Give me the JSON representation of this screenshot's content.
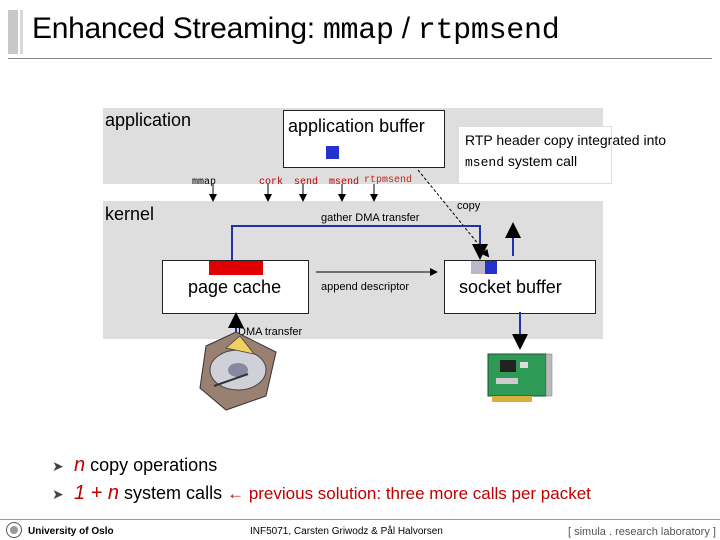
{
  "slide": {
    "title_text": "Enhanced Streaming: ",
    "title_code1": "mmap",
    "title_sep": " / ",
    "title_code2": "rtpmsend"
  },
  "diagram": {
    "application_label": "application",
    "kernel_label": "kernel",
    "app_buffer_label": "application buffer",
    "note_line1": "RTP header copy integrated into",
    "note_code": "msend",
    "note_line2_rest": " system call",
    "syscalls": {
      "mmap": "mmap",
      "cork": "cork",
      "send": "send",
      "msend": "msend",
      "overlap": "rtpmsend"
    },
    "copy_label": "copy",
    "gather_dma_label": "gather DMA transfer",
    "page_cache_label": "page cache",
    "append_descriptor_label": "append descriptor",
    "socket_buffer_label": "socket buffer",
    "dma_transfer_label": "DMA transfer",
    "colors": {
      "data_red": "#e00000",
      "header_blue": "#2233cc",
      "band_gray": "#dedede"
    }
  },
  "bullets": [
    {
      "emph": "n",
      "rest": " copy operations"
    },
    {
      "emph": "1 + n",
      "rest": " system calls",
      "arrow": "←",
      "note": " previous solution: three more calls per packet"
    }
  ],
  "footer": {
    "university": "University of Oslo",
    "course": "INF5071, Carsten Griwodz & Pål Halvorsen",
    "lab": "[ simula . research laboratory ]"
  }
}
